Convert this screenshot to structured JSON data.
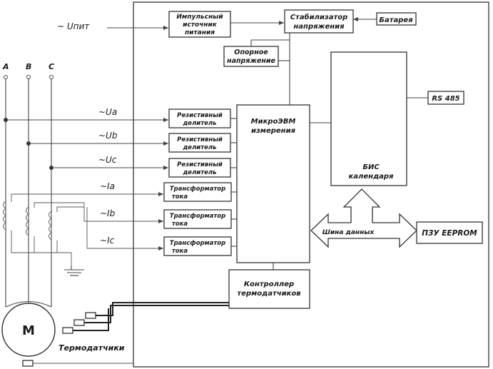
{
  "inputs": {
    "supply": "~ Uпит",
    "phase_a": "A",
    "phase_b": "B",
    "phase_c": "C",
    "ua": "~Ua",
    "ub": "~Ub",
    "uc": "~Uc",
    "ia": "~Ia",
    "ib": "~Ib",
    "ic": "~Ic"
  },
  "blocks": {
    "psu_1": "Импульсный",
    "psu_2": "источник",
    "psu_3": "питания",
    "stab_1": "Стабилизатор",
    "stab_2": "напряжения",
    "battery": "Батарея",
    "ref_1": "Опорное",
    "ref_2": "напряжение",
    "div_1": "Резистивный",
    "div_2": "делитель",
    "tr_1": "Трансформатор",
    "tr_2": "тока",
    "mcu_1": "МикроЭВМ",
    "mcu_2": "измерения",
    "lsi_1": "БИС",
    "lsi_2": "календаря",
    "rs485": "RS 485",
    "bus": "Шина данных",
    "eeprom": "ПЗУ EEPROM",
    "tc_1": "Контроллер",
    "tc_2": "термодатчиков",
    "motor": "M",
    "sensors": "Термодатчики"
  },
  "colors": {
    "line": "#444444",
    "box_stroke": "#333333",
    "text": "#1a1a1a"
  }
}
